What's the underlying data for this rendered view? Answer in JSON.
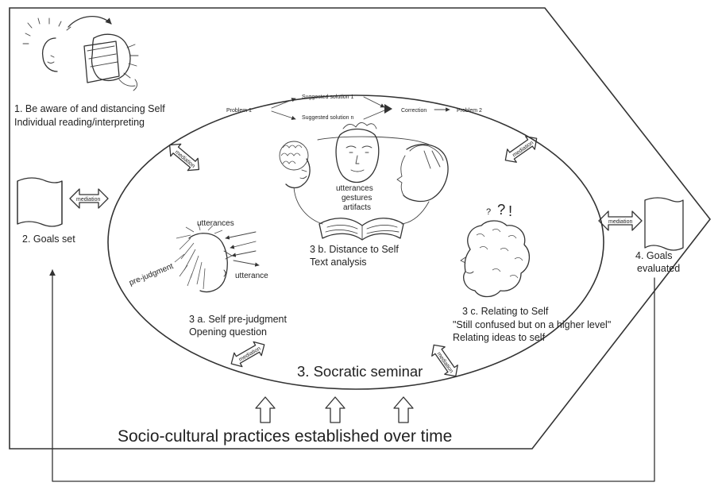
{
  "steps": {
    "step1_line1": "1. Be aware of and distancing Self",
    "step1_line2": "Individual reading/interpreting",
    "step2": "2. Goals set",
    "step3": "3. Socratic seminar",
    "step3a_line1": "3 a. Self pre-judgment",
    "step3a_line2": "Opening question",
    "step3b_line1": "3 b. Distance to Self",
    "step3b_line2": "Text analysis",
    "step3c_line1": "3 c. Relating to Self",
    "step3c_line2": "\"Still confused but on a higher level\"",
    "step3c_line3": "Relating ideas to self",
    "step4_line1": "4. Goals",
    "step4_line2": "evaluated"
  },
  "flow": {
    "problem1": "Problem 1",
    "solution1": "Suggested solution 1",
    "solution_n": "Suggested solution n",
    "correction": "Correction",
    "problem2": "Problem 2"
  },
  "labels": {
    "utterances_top": "utterances",
    "utterance": "utterance",
    "pre_judgment": "pre-judgment",
    "group_line1": "utterances",
    "group_line2": "gestures",
    "group_line3": "artifacts",
    "question_mark": "?",
    "exclamation": "!",
    "mediation": "mediation"
  },
  "footer": {
    "practices": "Socio-cultural practices established over time"
  }
}
